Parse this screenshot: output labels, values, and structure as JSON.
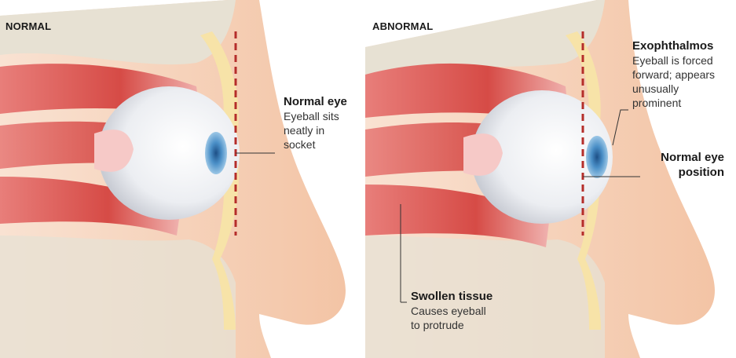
{
  "panels": {
    "normal": {
      "title": "NORMAL"
    },
    "abnormal": {
      "title": "ABNORMAL"
    }
  },
  "labels": {
    "normal_eye": {
      "title": "Normal eye",
      "desc": "Eyeball sits\nneatly in\nsocket"
    },
    "exophthalmos": {
      "title": "Exophthalmos",
      "desc": "Eyeball is forced\nforward; appears\nunusually\nprominent"
    },
    "normal_eye_position": {
      "title": "Normal eye\nposition"
    },
    "swollen_tissue": {
      "title": "Swollen tissue",
      "desc": "Causes eyeball\nto protrude"
    }
  },
  "colors": {
    "skin": "#f6cfb2",
    "skin_shadow": "#e9b08f",
    "muscle": "#d9564f",
    "muscle_light": "#f2a2a0",
    "bone": "#e9e4d8",
    "fat": "#f7e3a8",
    "eyeball": "#f3f3f5",
    "iris": "#4a8fc7",
    "dashed_line": "#b52d2a"
  }
}
